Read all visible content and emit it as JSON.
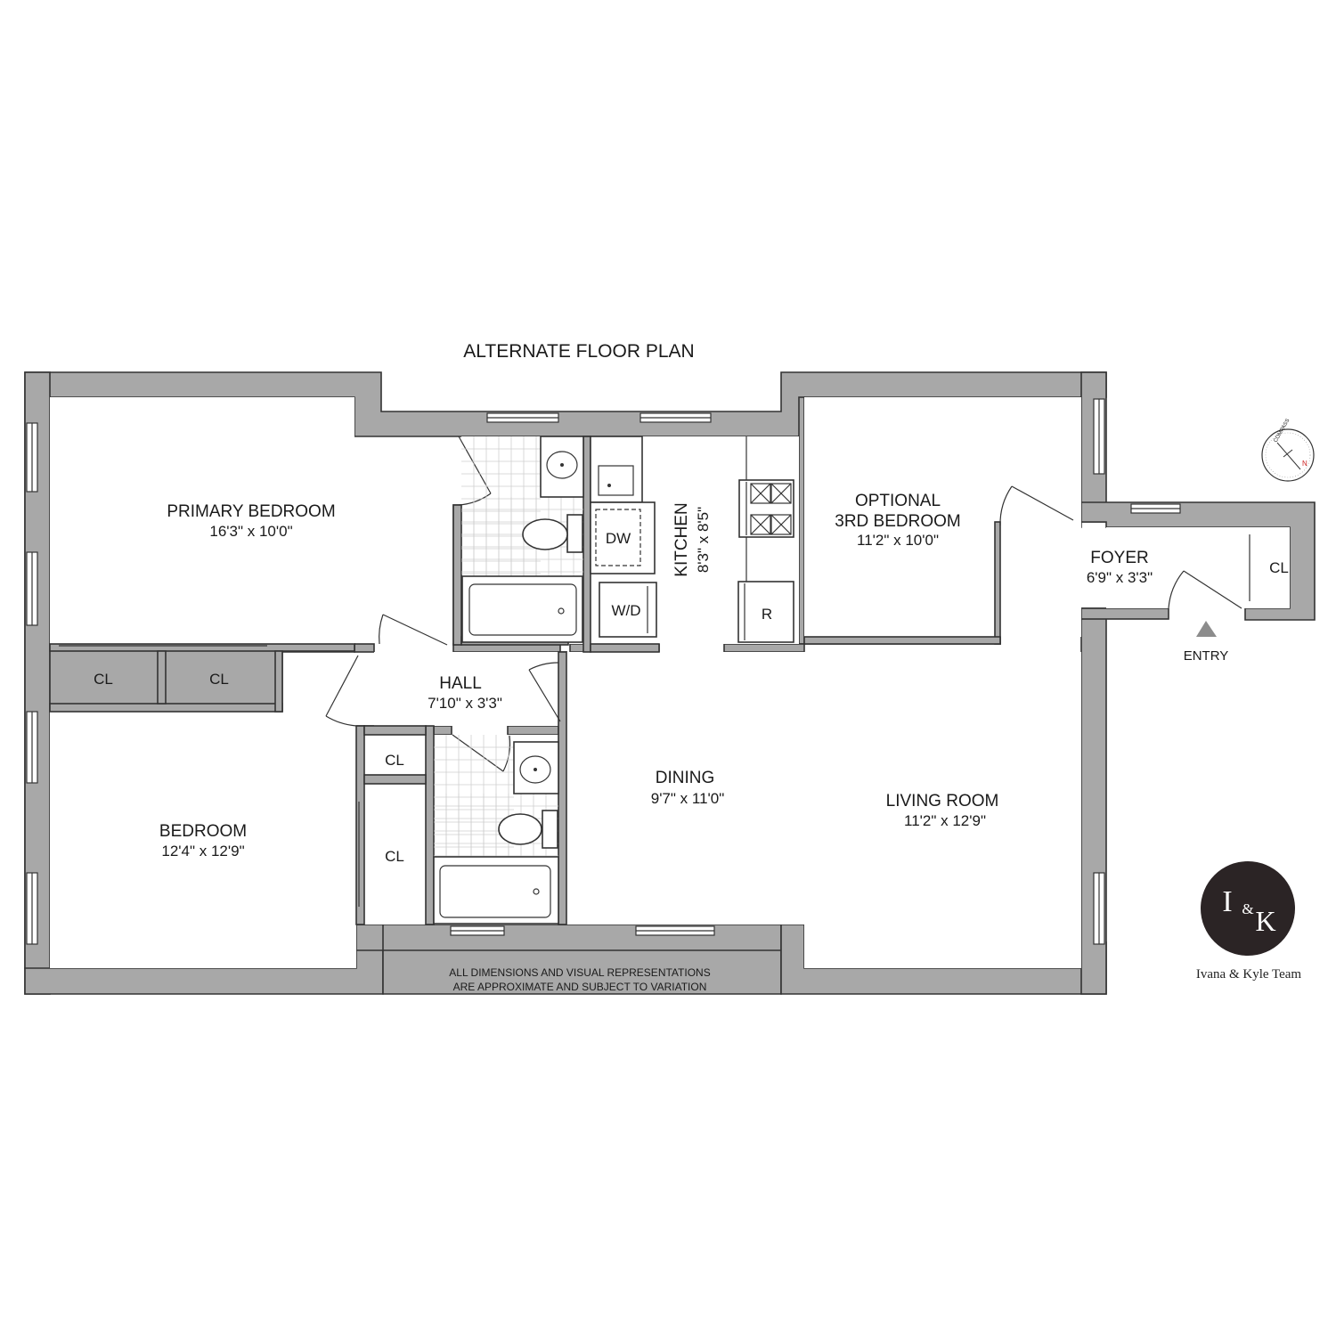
{
  "plan": {
    "title": "ALTERNATE FLOOR PLAN",
    "rooms": {
      "primary_bedroom": {
        "name": "PRIMARY BEDROOM",
        "dims": "16'3\" x 10'0\""
      },
      "bedroom": {
        "name": "BEDROOM",
        "dims": "12'4\" x 12'9\""
      },
      "hall": {
        "name": "HALL",
        "dims": "7'10\" x 3'3\""
      },
      "kitchen": {
        "name": "KITCHEN",
        "dims": "8'3\" x 8'5\""
      },
      "optional_bedroom": {
        "line1": "OPTIONAL",
        "line2": "3RD BEDROOM",
        "dims": "11'2\" x 10'0\""
      },
      "foyer": {
        "name": "FOYER",
        "dims": "6'9\" x 3'3\""
      },
      "dining": {
        "name": "DINING",
        "dims": "9'7\" x 11'0\""
      },
      "living_room": {
        "name": "LIVING ROOM",
        "dims": "11'2\" x 12'9\""
      }
    },
    "closet_label": "CL",
    "fixtures": {
      "dishwasher": "DW",
      "washer_dryer": "W/D",
      "refrigerator": "R"
    },
    "entry_label": "ENTRY",
    "compass_label": "COMPASS",
    "compass_north": "N",
    "disclaimer": {
      "line1": "ALL DIMENSIONS AND VISUAL REPRESENTATIONS",
      "line2": "ARE APPROXIMATE AND SUBJECT TO VARIATION"
    }
  },
  "branding": {
    "logo_i": "I",
    "logo_amp": "&",
    "logo_k": "K",
    "team_name": "Ivana & Kyle Team",
    "logo_color": "#2b2425"
  },
  "colors": {
    "wall": "#a8a8a8",
    "outline": "#333333",
    "tile": "#cfcfcf"
  }
}
